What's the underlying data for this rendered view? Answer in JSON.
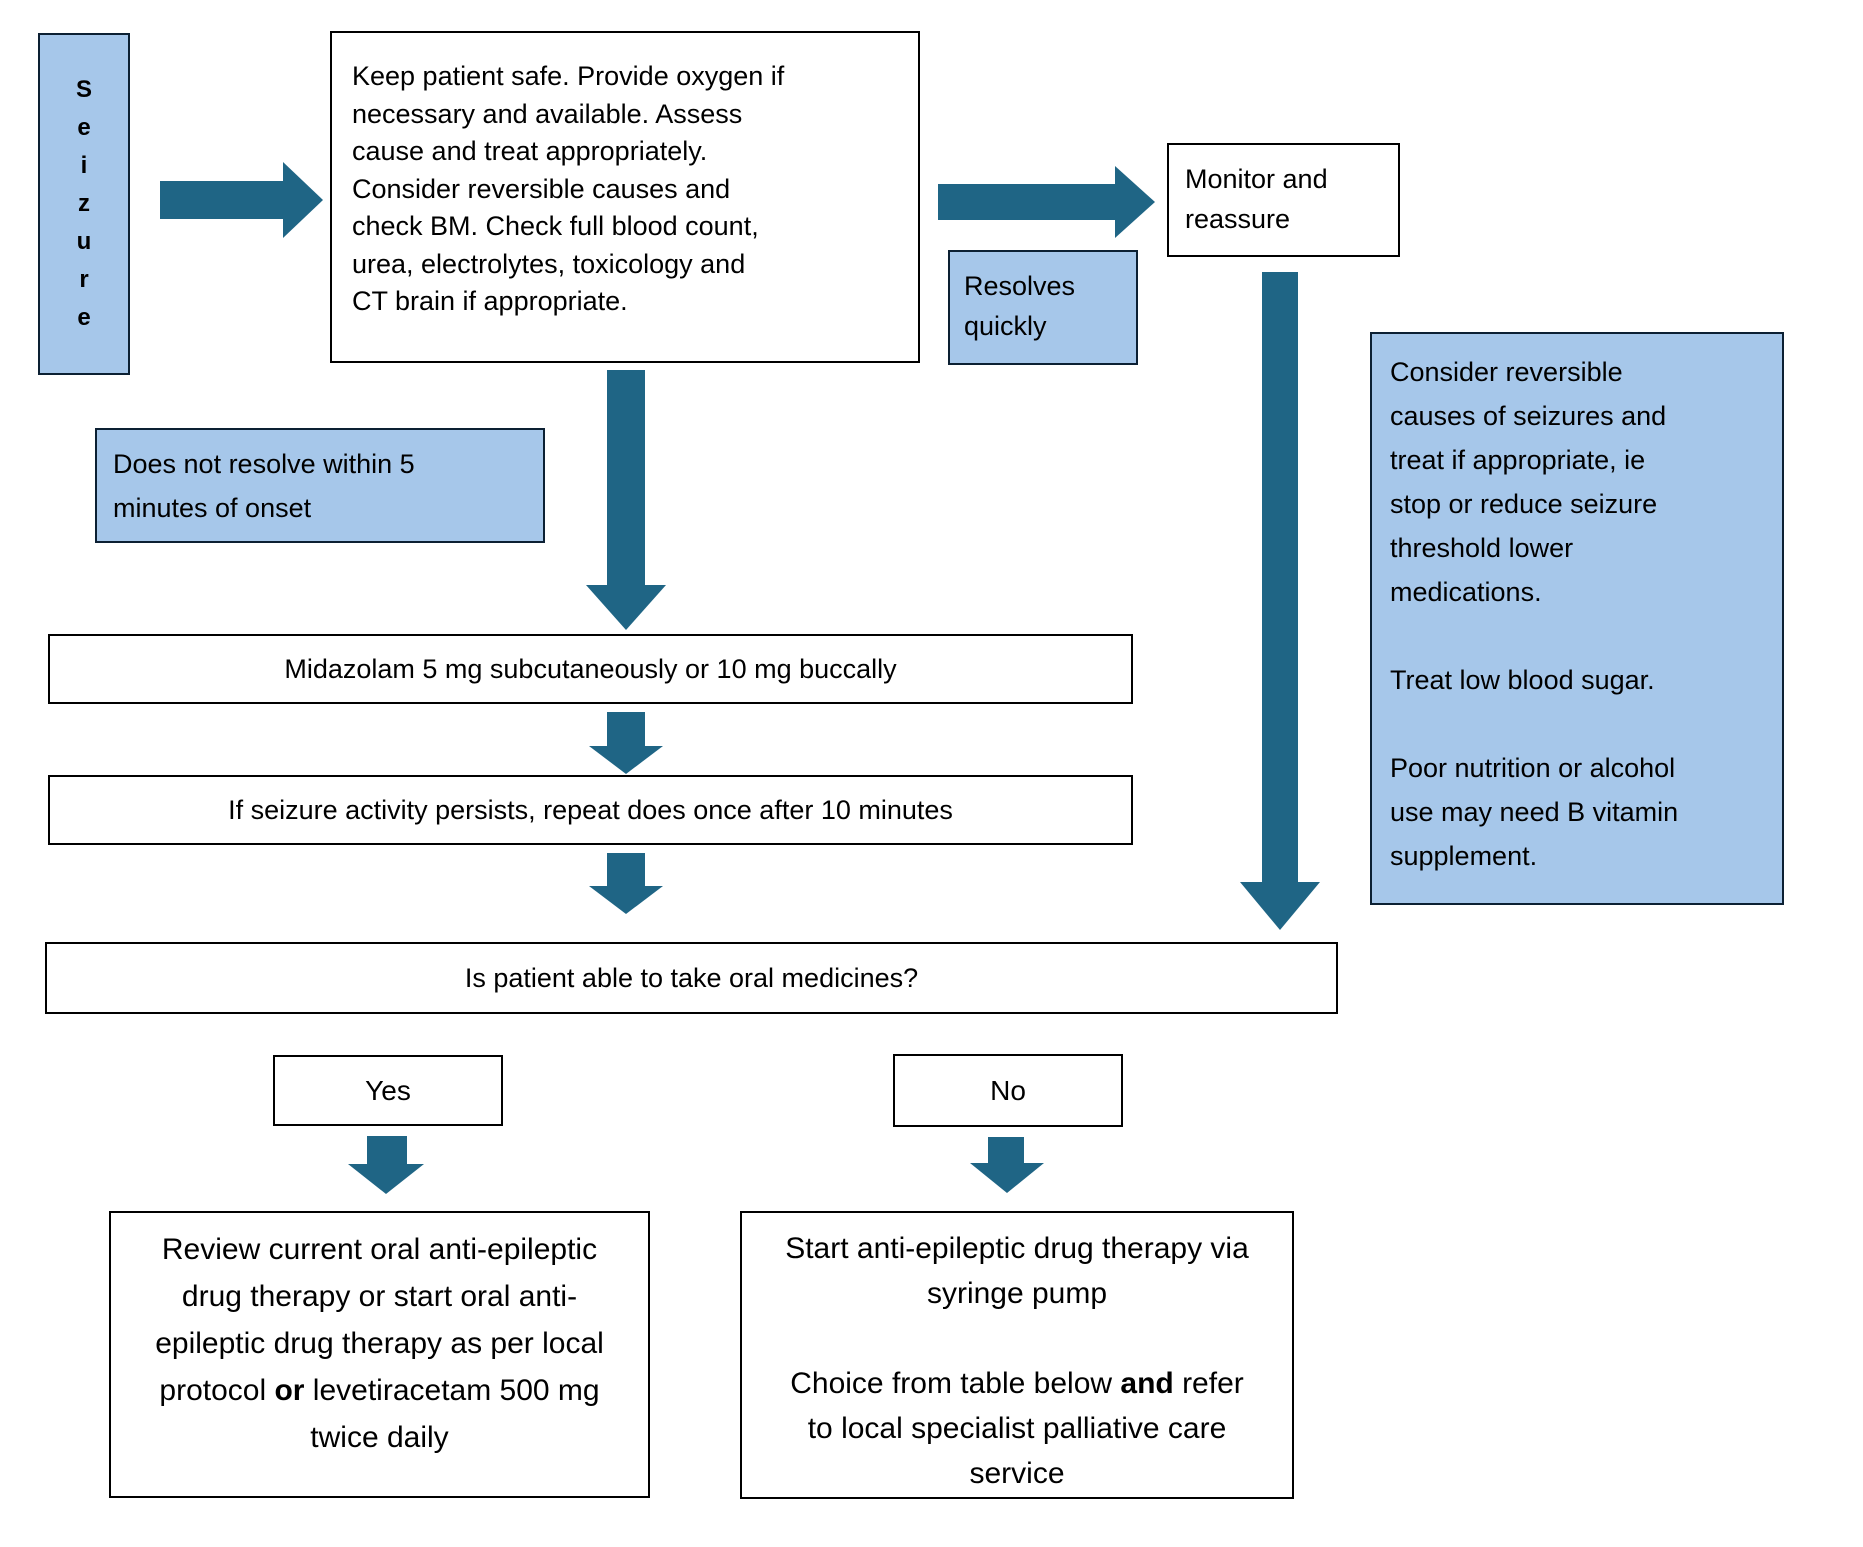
{
  "palette": {
    "arrow_color": "#1F6585",
    "blue_fill": "#A6C7EA",
    "blue_border": "#0c2033",
    "text_color": "#000000"
  },
  "seizure_label": {
    "letters": "S\ne\ni\nz\nu\nr\ne"
  },
  "assessment_box": {
    "text": "Keep patient safe. Provide oxygen if\nnecessary and available. Assess\ncause and treat appropriately.\nConsider reversible causes and\ncheck BM. Check full blood count,\nurea, electrolytes, toxicology and\nCT brain if appropriate."
  },
  "monitor_box": {
    "text": "Monitor and\nreassure"
  },
  "resolves_box": {
    "text": "Resolves\nquickly"
  },
  "info_box": {
    "text": "Consider reversible\ncauses of seizures and\ntreat if appropriate, ie\nstop or reduce seizure\nthreshold lower\nmedications.\n\nTreat low blood sugar.\n\nPoor nutrition or alcohol\nuse may need B vitamin\nsupplement."
  },
  "does_not_resolve_box": {
    "text": "Does not resolve within 5\nminutes of onset"
  },
  "midazolam_box": {
    "text": "Midazolam 5 mg subcutaneously or 10 mg buccally"
  },
  "repeat_box": {
    "text": "If seizure activity persists, repeat does once after 10 minutes"
  },
  "question_box": {
    "text": "Is patient able to take oral medicines?"
  },
  "yes_box": {
    "label": "Yes"
  },
  "no_box": {
    "label": "No"
  },
  "review_box": {
    "text_pre": "Review current oral anti-epileptic drug therapy or start oral anti-epileptic drug therapy as per local protocol ",
    "bold_word": "or",
    "text_post": " levetiracetam 500 mg twice daily"
  },
  "syringe_box": {
    "para1": "Start anti-epileptic drug therapy via syringe pump",
    "para2_pre": "Choice from table below ",
    "bold_word": "and",
    "para2_post": " refer to local specialist palliative care service"
  }
}
